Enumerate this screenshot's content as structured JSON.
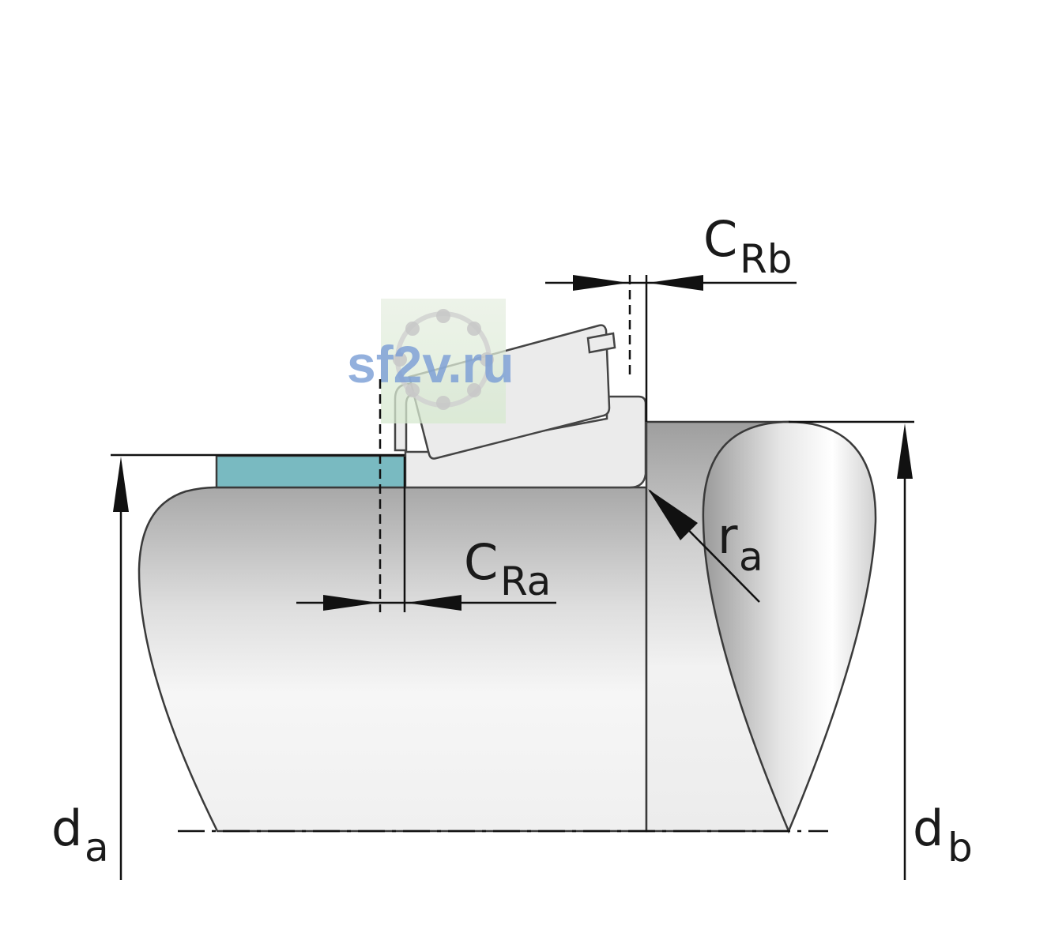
{
  "labels": {
    "c_rb": {
      "main": "C",
      "sub": "Rb"
    },
    "c_ra": {
      "main": "C",
      "sub": "Ra"
    },
    "r_a": {
      "main": "r",
      "sub": "a"
    },
    "d_a": {
      "main": "d",
      "sub": "a"
    },
    "d_b": {
      "main": "d",
      "sub": "b"
    }
  },
  "watermark": {
    "text": "sf2v.ru"
  },
  "colors": {
    "sleeve": "#79bac1",
    "bearing": "#ebebeb",
    "shaft_dark": "#a6a6a6",
    "shaft_light": "#fafafa",
    "line": "#111111",
    "watermark": "#7c9fd6"
  }
}
